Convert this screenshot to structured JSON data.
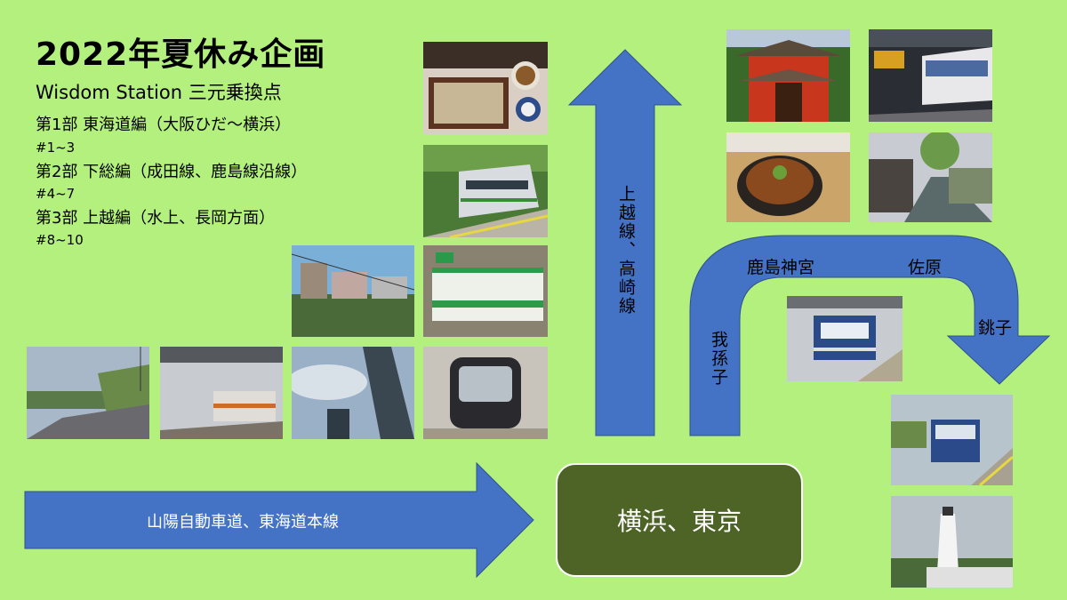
{
  "header": {
    "title": "2022年夏休み企画",
    "subtitle": "Wisdom Station 三元乗換点"
  },
  "parts": [
    {
      "label": "第1部 東海道編（大阪ひだ～横浜）",
      "episodes": "#1~3"
    },
    {
      "label": "第2部 下総編（成田線、鹿島線沿線）",
      "episodes": "#4~7"
    },
    {
      "label": "第3部 上越編（水上、長岡方面）",
      "episodes": "#8~10"
    }
  ],
  "routes": {
    "bottom_arrow": "山陽自動車道、東海道本線",
    "up_arrow": "上越線、高崎線",
    "abiko": "我孫子",
    "kashima": "鹿島神宮",
    "sawara": "佐原",
    "choshi": "銚子"
  },
  "hub": {
    "label": "横浜、東京"
  },
  "colors": {
    "background": "#b3f07e",
    "arrow": "#4472c4",
    "hub": "#4d6426"
  }
}
